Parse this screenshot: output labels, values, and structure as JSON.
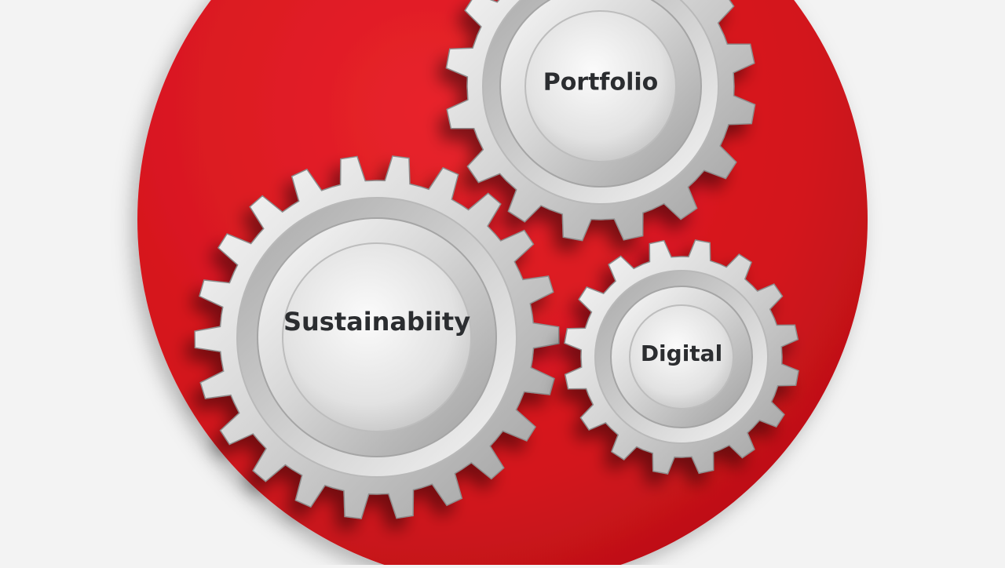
{
  "colors": {
    "background": "#f3f3f3",
    "disc": "#d8141c",
    "gear_metal": "#cfcfcf",
    "label_text": "#2b2d30"
  },
  "gears": [
    {
      "id": "portfolio",
      "label": "Portfolio",
      "teeth": 16,
      "icon": "gear-icon"
    },
    {
      "id": "sustainability",
      "label": "Sustainabiity",
      "teeth": 22,
      "icon": "gear-icon"
    },
    {
      "id": "digital",
      "label": "Digital",
      "teeth": 16,
      "icon": "gear-icon"
    }
  ]
}
